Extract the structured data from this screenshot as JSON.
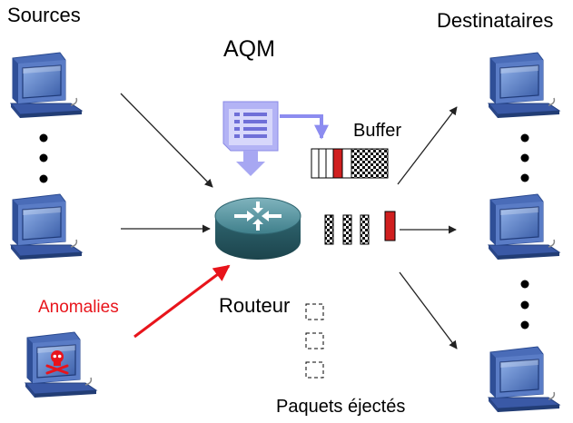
{
  "labels": {
    "sources": "Sources",
    "destinations": "Destinataires",
    "aqm": "AQM",
    "buffer": "Buffer",
    "router": "Routeur",
    "anomalies": "Anomalies",
    "ejected_packets": "Paquets éjectés"
  },
  "colors": {
    "text": "#000000",
    "anomaly": "#e8141b",
    "packet_red": "#d01f1f",
    "aqm_policy": "#9a9af0",
    "monitor_blue": "#3c5aa8",
    "router_teal": "#4d8f9a"
  },
  "icons": {
    "sources": [
      "computer-icon",
      "computer-icon",
      "infected-computer-icon"
    ],
    "destinations": [
      "computer-icon",
      "computer-icon",
      "computer-icon"
    ],
    "router": "router-icon",
    "aqm": "policy-document-icon"
  }
}
